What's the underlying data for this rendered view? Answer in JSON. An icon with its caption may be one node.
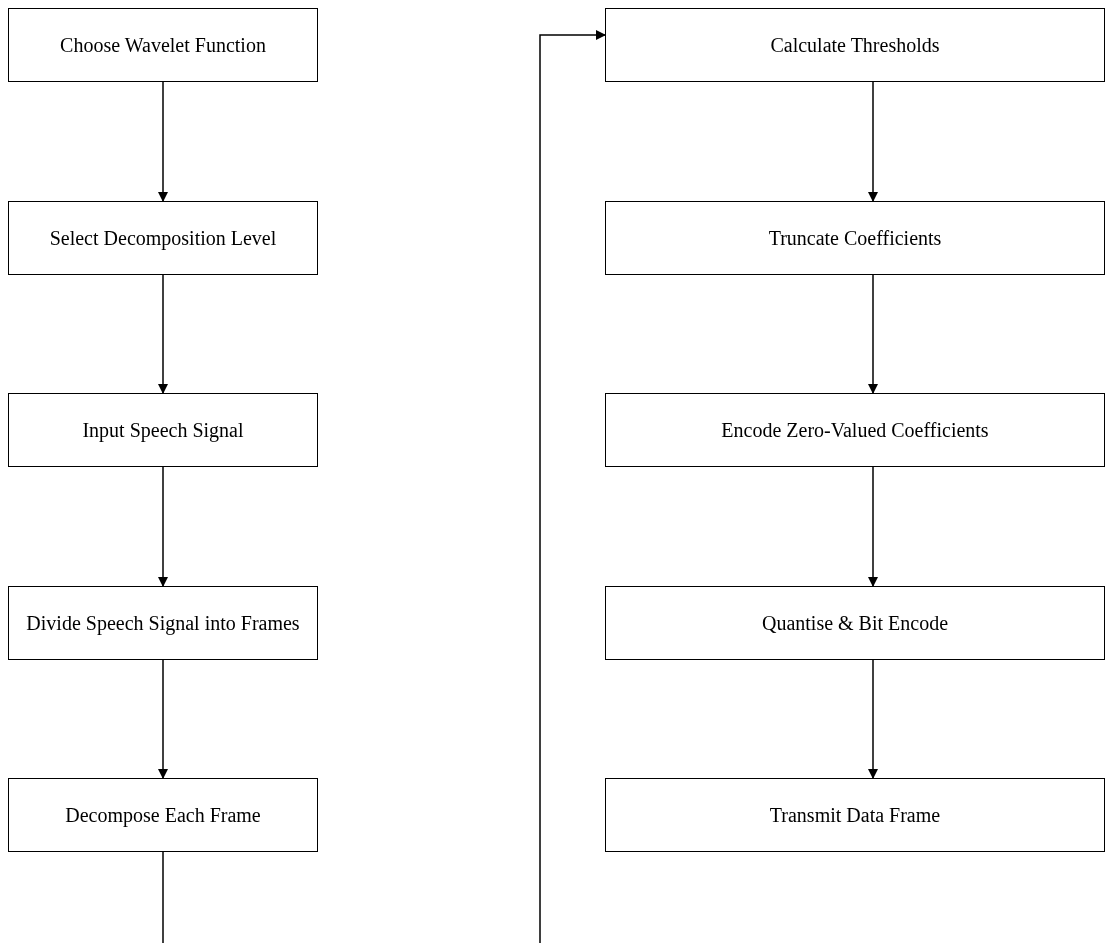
{
  "diagram": {
    "nodes": [
      {
        "text": [
          "Choose Wavelet Function"
        ]
      },
      {
        "text": [
          "Select Decomposition Level"
        ]
      },
      {
        "text": [
          "Input Speech Signal"
        ]
      },
      {
        "text": [
          "Divide Speech Signal into Frames"
        ]
      },
      {
        "text": [
          "Decompose Each Frame"
        ]
      },
      {
        "text": [
          "Calculate Thresholds"
        ]
      },
      {
        "text": [
          "Truncate Coefficients"
        ]
      },
      {
        "text": [
          "Encode Zero-Valued Coefficients"
        ]
      },
      {
        "text": [
          "Quantise & Bit Encode"
        ]
      },
      {
        "text": [
          "Transmit Data Frame"
        ]
      }
    ],
    "edges": [
      {
        "from": 0,
        "to": 1,
        "arrow": "to"
      },
      {
        "from": 1,
        "to": 2,
        "arrow": "to"
      },
      {
        "from": 2,
        "to": 3,
        "arrow": "to"
      },
      {
        "from": 3,
        "to": 4,
        "arrow": "to"
      },
      {
        "from": 4,
        "to": null,
        "arrow": "none"
      },
      {
        "from": null,
        "to": 5,
        "arrow": "to"
      },
      {
        "from": 5,
        "to": 6,
        "arrow": "to"
      },
      {
        "from": 6,
        "to": 7,
        "arrow": "to"
      },
      {
        "from": 7,
        "to": 8,
        "arrow": "to"
      },
      {
        "from": 8,
        "to": 9,
        "arrow": "to"
      }
    ]
  }
}
